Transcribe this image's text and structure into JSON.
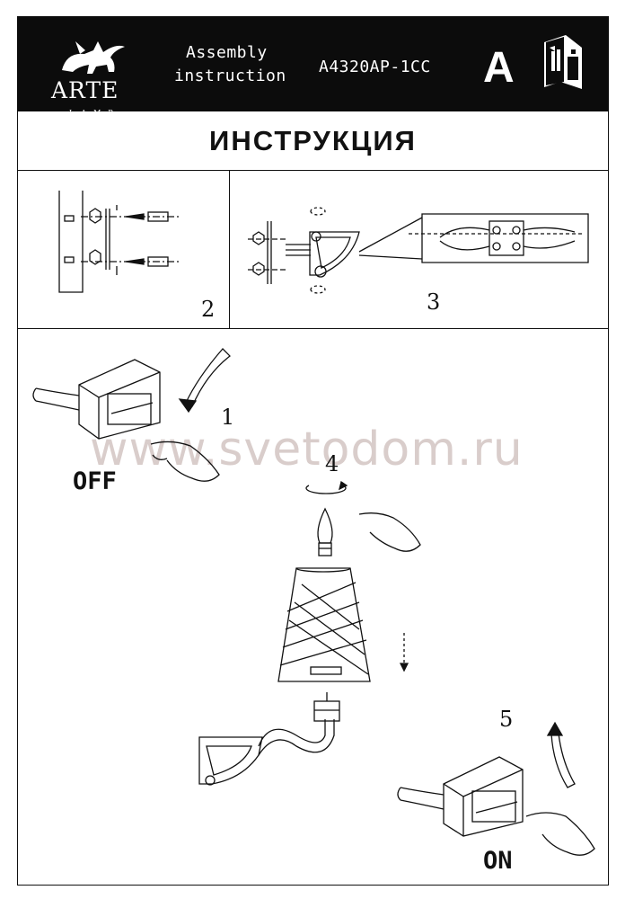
{
  "header": {
    "brand": "ARTE",
    "brand_sub": "LAMP",
    "line1": "Assembly",
    "line2": "instruction",
    "model": "A4320AP-1CC",
    "letter": "A"
  },
  "title": "ИНСТРУКЦИЯ",
  "watermark": "www.svetodom.ru",
  "steps": {
    "s1": "1",
    "s2": "2",
    "s3": "3",
    "s4": "4",
    "s5": "5"
  },
  "labels": {
    "off": "OFF",
    "on": "ON"
  },
  "icons": [
    "lion-icon",
    "manual-book-icon",
    "mounting-screws-diagram",
    "wire-connection-diagram",
    "switch-off-illustration",
    "bulb-icon",
    "lampshade-illustration",
    "wall-arm-illustration",
    "switch-on-illustration"
  ]
}
